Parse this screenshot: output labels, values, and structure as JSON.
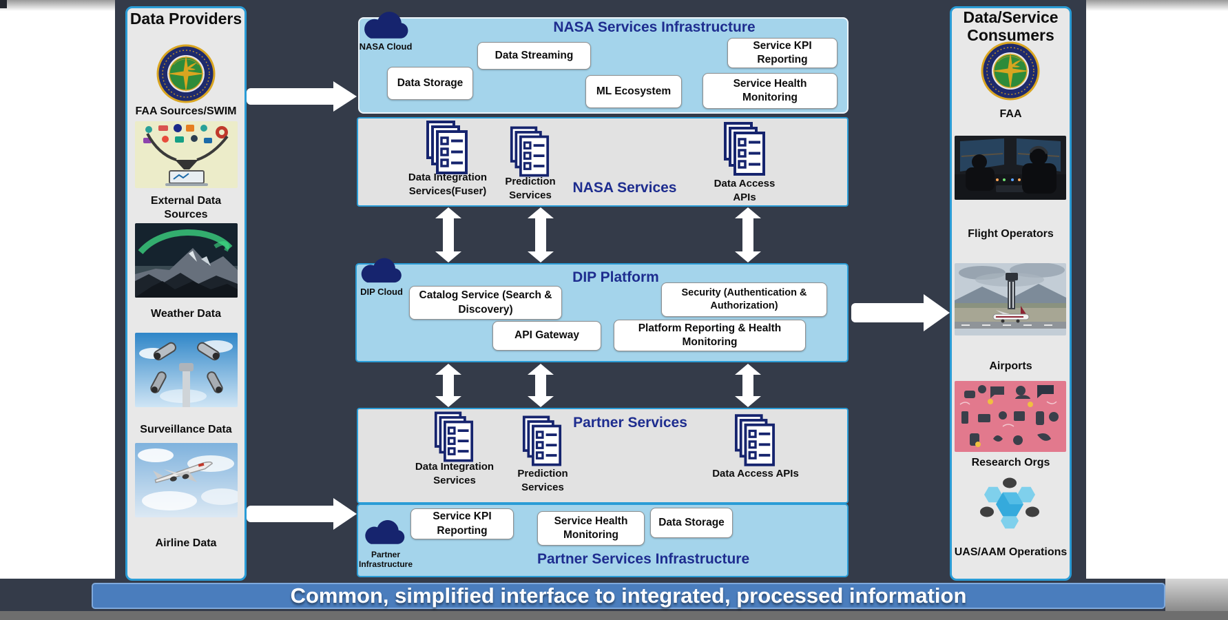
{
  "banner": {
    "text": "Common, simplified interface to integrated, processed information"
  },
  "data_providers": {
    "title": "Data Providers",
    "items": [
      {
        "label": "FAA Sources/SWIM",
        "icon": "faa-seal"
      },
      {
        "label": "External Data Sources",
        "icon": "external-data-image"
      },
      {
        "label": "Weather Data",
        "icon": "weather-image"
      },
      {
        "label": "Surveillance Data",
        "icon": "surveillance-image"
      },
      {
        "label": "Airline Data",
        "icon": "airline-image"
      }
    ]
  },
  "consumers": {
    "title": "Data/Service Consumers",
    "items": [
      {
        "label": "FAA",
        "icon": "faa-seal"
      },
      {
        "label": "Flight Operators",
        "icon": "cockpit-image"
      },
      {
        "label": "Airports",
        "icon": "airport-image"
      },
      {
        "label": "Research Orgs",
        "icon": "research-image"
      },
      {
        "label": "UAS/AAM Operations",
        "icon": "uas-hexagon-icon"
      }
    ]
  },
  "nasa_infrastructure": {
    "title": "NASA Services Infrastructure",
    "cloud_label": "NASA Cloud",
    "boxes": [
      "Data Streaming",
      "Data Storage",
      "ML Ecosystem",
      "Service KPI Reporting",
      "Service Health Monitoring"
    ]
  },
  "nasa_services": {
    "title": "NASA Services",
    "items": [
      "Data Integration Services(Fuser)",
      "Prediction Services",
      "Data Access APIs"
    ]
  },
  "dip_platform": {
    "title": "DIP Platform",
    "cloud_label": "DIP Cloud",
    "boxes": [
      "Catalog Service (Search & Discovery)",
      "Security (Authentication & Authorization)",
      "API Gateway",
      "Platform Reporting & Health Monitoring"
    ]
  },
  "partner_services": {
    "title": "Partner Services",
    "items": [
      "Data Integration Services",
      "Prediction Services",
      "Data Access APIs"
    ]
  },
  "partner_infrastructure": {
    "title": "Partner Services Infrastructure",
    "cloud_label": "Partner Infrastructure",
    "boxes": [
      "Service KPI Reporting",
      "Service Health Monitoring",
      "Data Storage"
    ]
  },
  "colors": {
    "slide_background": "#343b49",
    "section_light_blue": "#a4d4eb",
    "section_gray": "#e2e2e2",
    "panel_gray": "#e8e8e8",
    "border_blue": "#2a9cd6",
    "title_navy": "#1e2d8f",
    "icon_navy": "#16246e",
    "banner_blue": "#4a7dbd",
    "banner_text": "#ffffff"
  }
}
